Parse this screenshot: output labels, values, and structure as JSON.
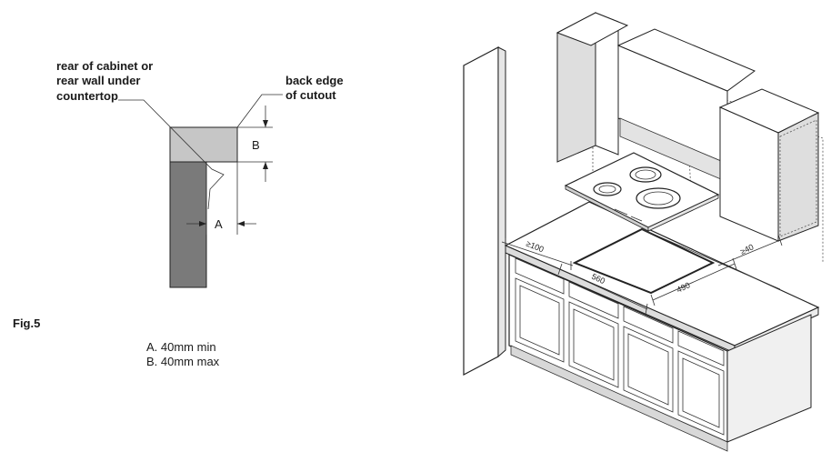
{
  "left_figure": {
    "label_rear_line1": "rear of cabinet or",
    "label_rear_line2": "rear wall under",
    "label_rear_line3": "countertop",
    "label_back_line1": "back edge",
    "label_back_line2": "of cutout",
    "dim_a": "A",
    "dim_b": "B",
    "fig_label": "Fig.5",
    "note_a": "A. 40mm  min",
    "note_b": "B. 40mm  max",
    "colors": {
      "cabinet": "#7a7a7a",
      "countertop": "#c6c6c6"
    }
  },
  "right_figure": {
    "dim_100": "≥100",
    "dim_560": "560",
    "dim_490": "490",
    "dim_40": "≥40"
  }
}
